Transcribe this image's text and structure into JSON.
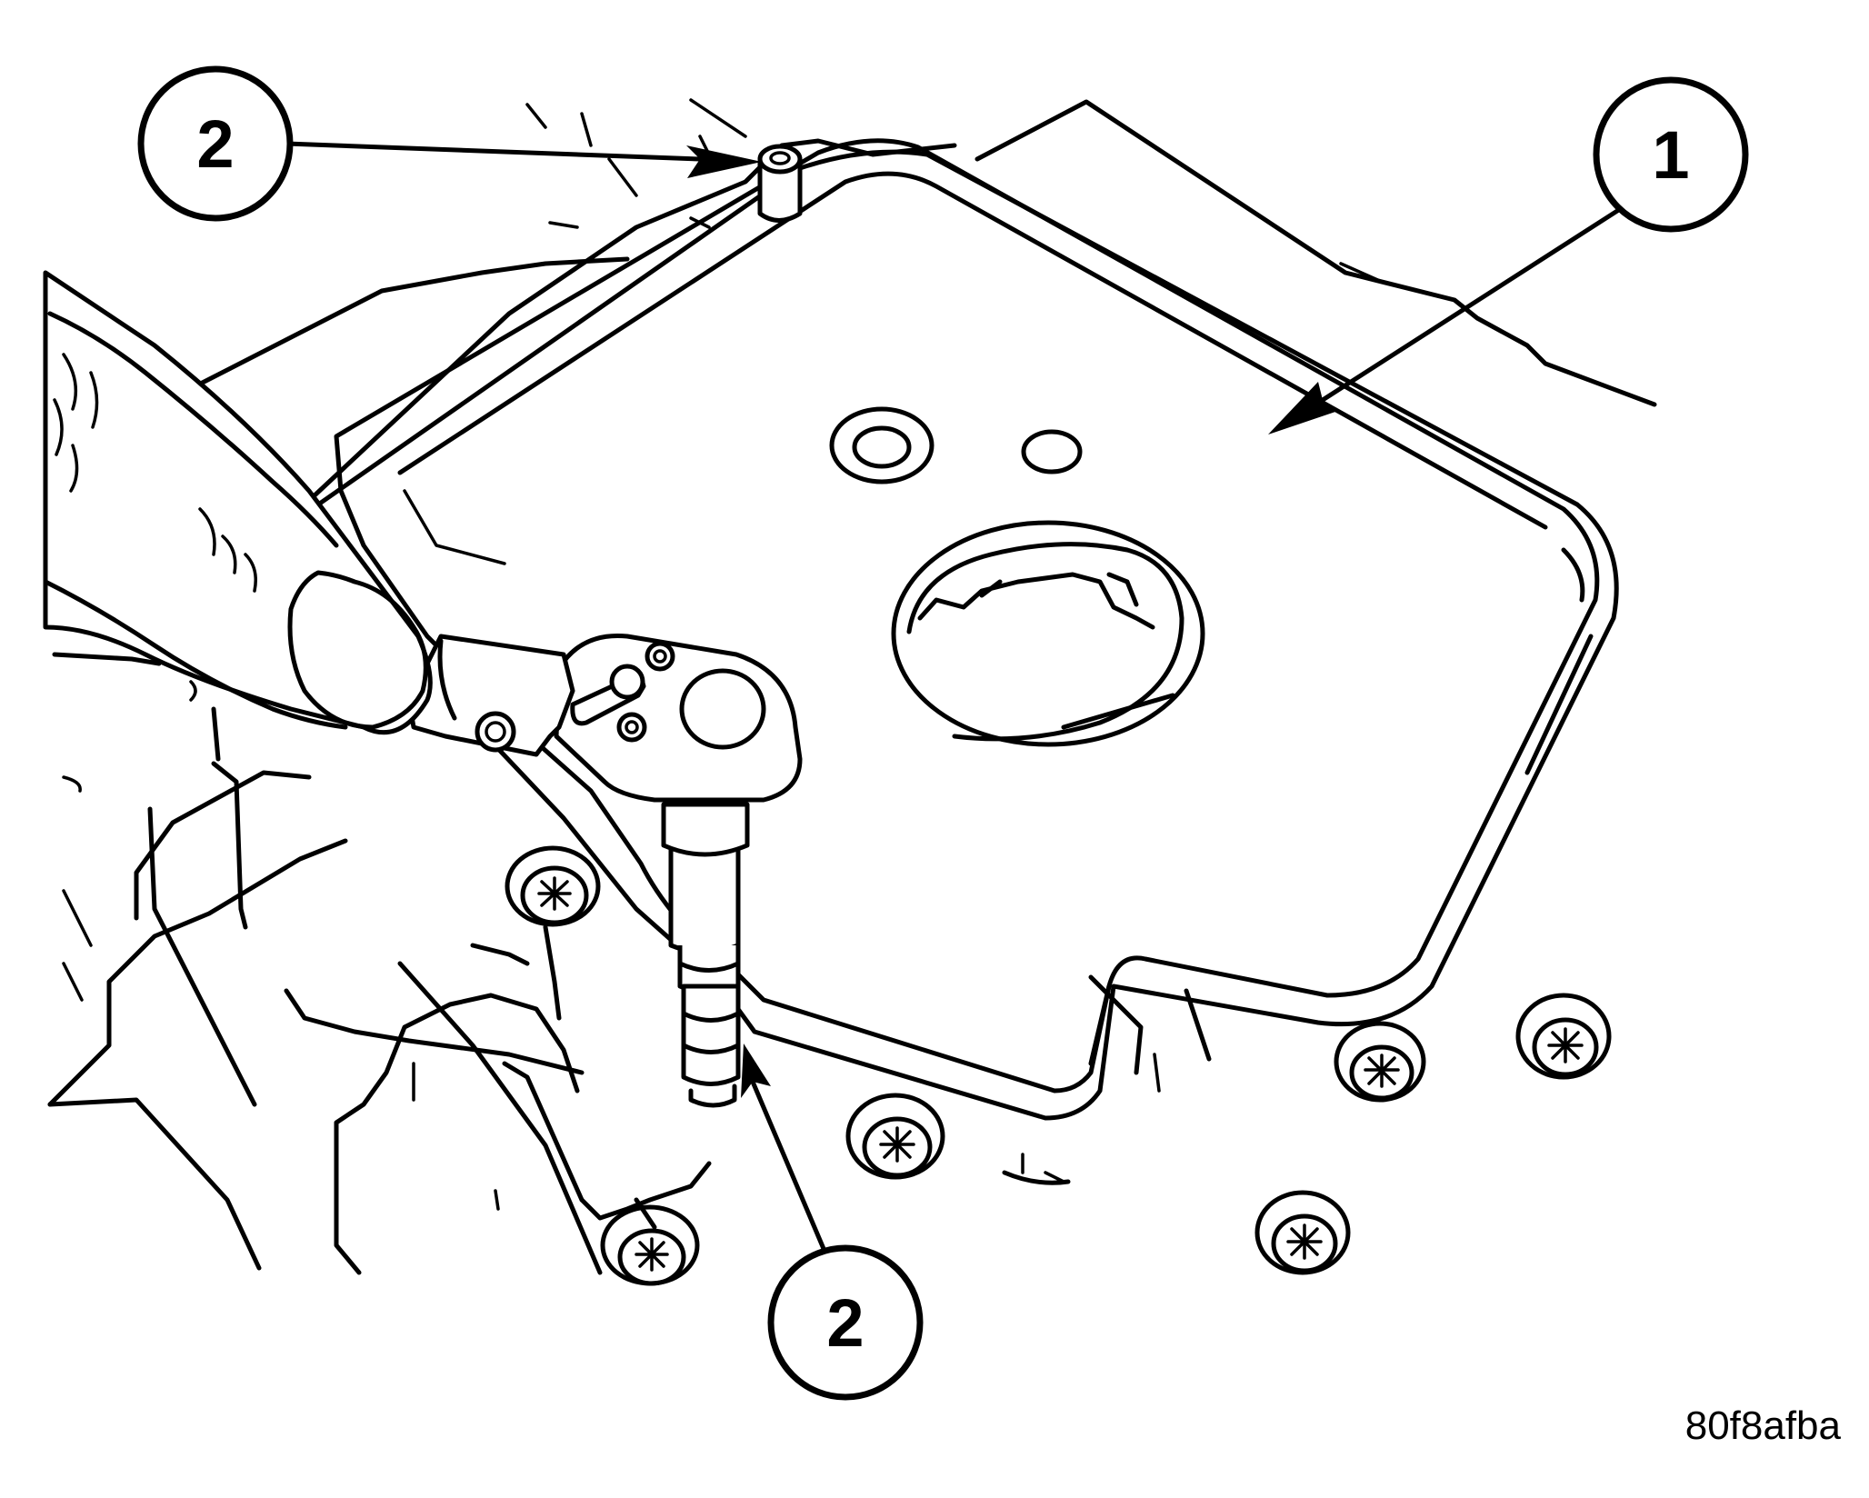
{
  "callouts": [
    {
      "id": "callout-1",
      "label": "1"
    },
    {
      "id": "callout-2-top",
      "label": "2"
    },
    {
      "id": "callout-2-bottom",
      "label": "2"
    }
  ],
  "figure_id": "80f8afba",
  "colors": {
    "ink": "#000000",
    "paper": "#ffffff"
  }
}
